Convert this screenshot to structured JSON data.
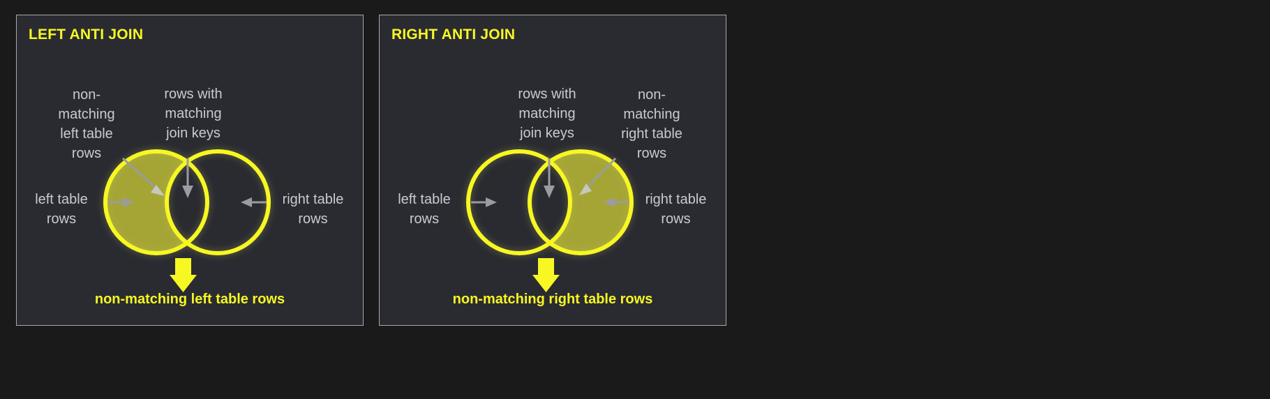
{
  "page": {
    "background": "#1a1a1a",
    "panel_background": "#2a2b31",
    "panel_border": "#a7a9ad",
    "accent_yellow": "#f7f723",
    "fill_olive": "#a5a536",
    "label_gray": "#c9cbd0",
    "arrow_gray": "#9a9ca1"
  },
  "panels": [
    {
      "id": "left-anti-join",
      "title": "LEFT ANTI JOIN",
      "labels": {
        "top_left": "non-\nmatching\nleft table\nrows",
        "top_right": "rows with\nmatching\njoin keys",
        "side_left": "left table\nrows",
        "side_right": "right table\nrows"
      },
      "caption": "non-matching left table rows",
      "highlighted_region": "left-only"
    },
    {
      "id": "right-anti-join",
      "title": "RIGHT ANTI JOIN",
      "labels": {
        "top_left": "rows with\nmatching\njoin keys",
        "top_right": "non-\nmatching\nright table\nrows",
        "side_left": "left table\nrows",
        "side_right": "right table\nrows"
      },
      "caption": "non-matching right table rows",
      "highlighted_region": "right-only"
    }
  ]
}
